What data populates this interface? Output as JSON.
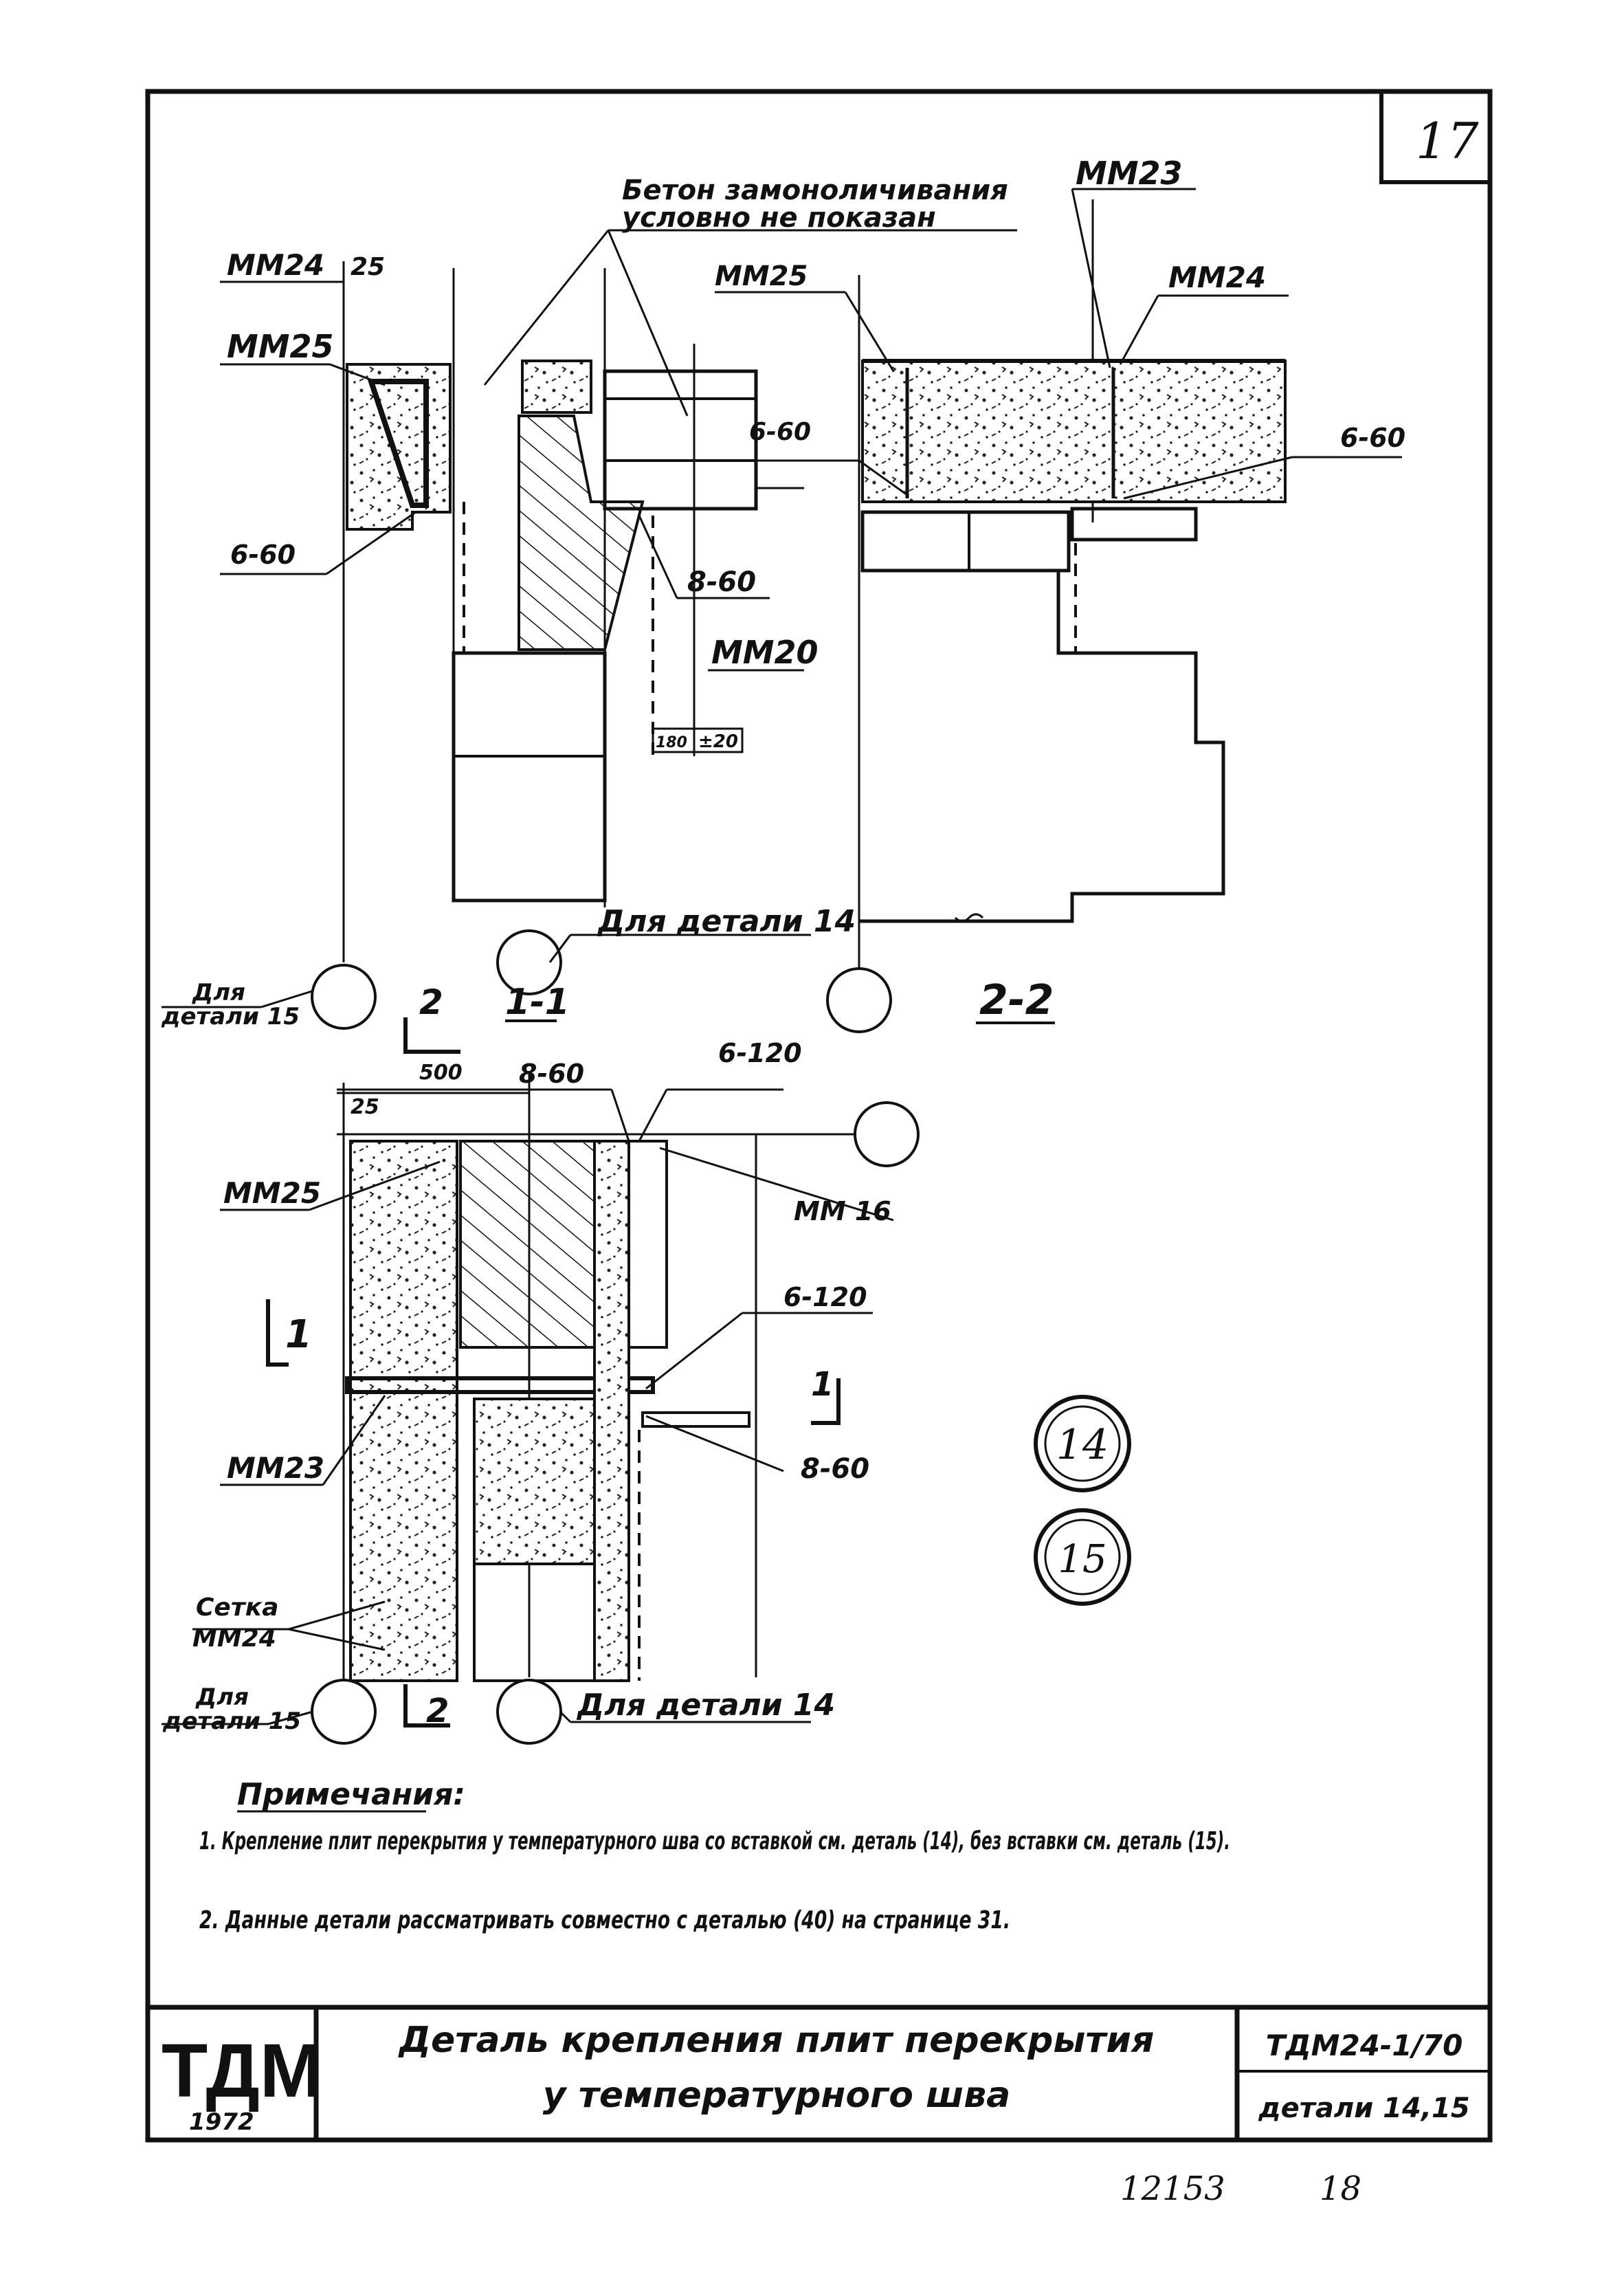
{
  "sheet": {
    "number": "17",
    "bottom_numbers": [
      "12153",
      "18"
    ]
  },
  "title_block": {
    "logo": "ТДМ",
    "year": "1972",
    "title_line1": "Деталь крепления плит перекрытия",
    "title_line2": "у температурного шва",
    "code": "ТДМ24-1/70",
    "details": "детали 14,15"
  },
  "notes": {
    "heading": "Примечания:",
    "items": [
      "1. Крепление плит перекрытия у температурного шва со вставкой см. деталь (14), без вставки см. деталь (15).",
      "2. Данные детали рассматривать совместно с деталью (40) на странице 31."
    ]
  },
  "section_1_1": {
    "title": "1-1",
    "note_line1": "Бетон замоноличивания",
    "note_line2": "условно не показан",
    "labels": {
      "mm24": "ММ24",
      "dim25": "25",
      "mm25": "ММ25",
      "w660": "6-60",
      "w860": "8-60",
      "mm20": "ММ20",
      "dim180": "180",
      "dim20": "±20",
      "for_detail_14": "Для детали 14",
      "for_detail_15_a": "Для",
      "for_detail_15_b": "детали 15"
    }
  },
  "section_2_2": {
    "title": "2-2",
    "labels": {
      "mm23": "ММ23",
      "mm25": "ММ25",
      "mm24": "ММ24",
      "w660_left": "6-60",
      "w660_right": "6-60"
    }
  },
  "plan": {
    "labels": {
      "cut2_top": "2",
      "dim500": "500",
      "dim25": "25",
      "w860_top": "8-60",
      "w6120_top": "6-120",
      "mm25": "ММ25",
      "mm16": "ММ 16",
      "cut1_left": "1",
      "cut1_right": "1",
      "w6120_mid": "6-120",
      "mm23": "ММ23",
      "w860_right": "8-60",
      "setka": "Сетка",
      "mm24": "ММ24",
      "for_detail_15_a": "Для",
      "for_detail_15_b": "детали 15",
      "cut2_bottom": "2",
      "for_detail_14": "Для детали 14"
    }
  },
  "detail_markers": [
    "14",
    "15"
  ]
}
